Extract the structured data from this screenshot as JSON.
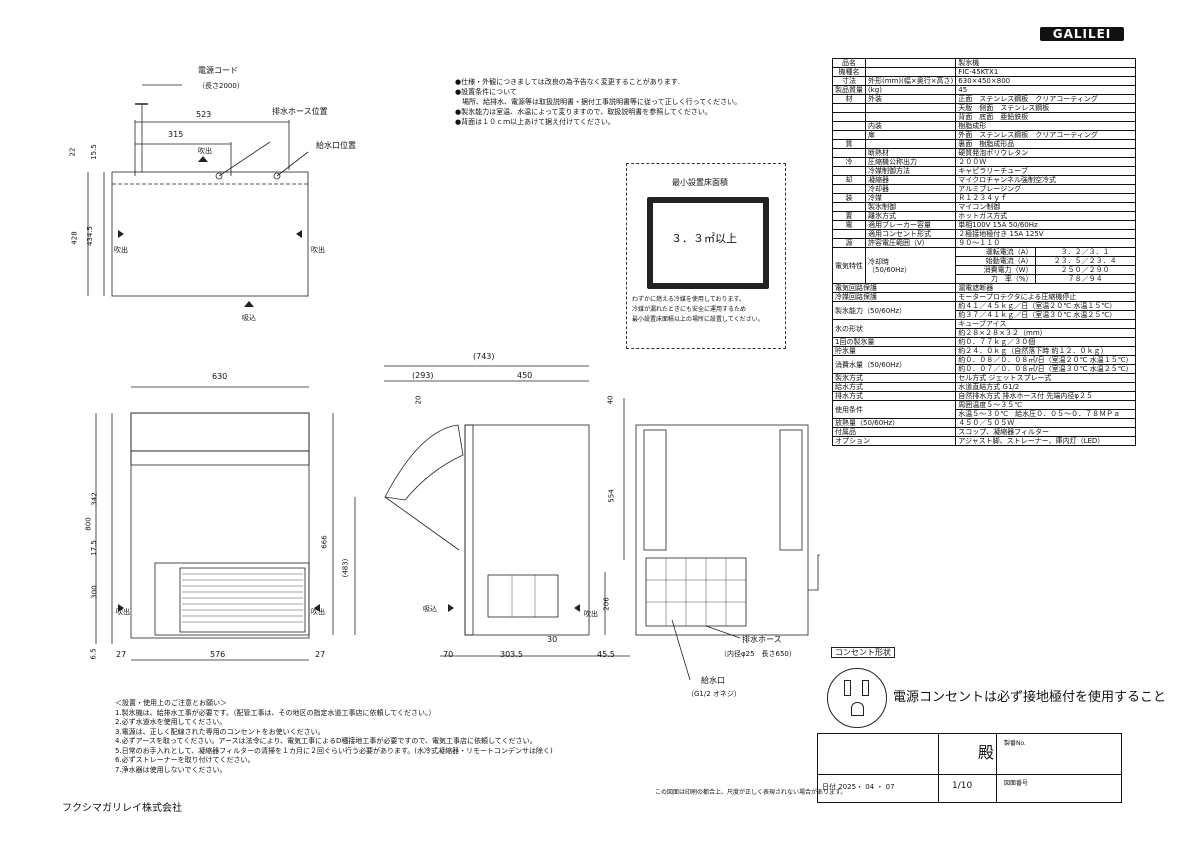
{
  "brand": "GALILEI",
  "company": "フクシマガリレイ株式会社",
  "top_notes": [
    "●仕様・外観につきましては改良の為予告なく変更することがあります.",
    "●設置条件について",
    "　場所、給排水、電源等は取扱説明書・据付工事説明書等に従って正しく行ってください。",
    "●製氷能力は室温、水温によって変りますので、取扱説明書を参照してください。",
    "●背面は１０ｃｍ以上あけて据え付けてください。"
  ],
  "floor_box": {
    "title": "最小設置床面積",
    "area": "３．３㎡以上",
    "note": [
      "わずかに燃える冷媒を使用しております。",
      "冷媒が漏れたときにも安全に運用するため",
      "最小設置床面積以上の場所に設置してください。"
    ]
  },
  "top_view": {
    "power_cord": "電源コード",
    "power_cord_len": "（長さ2000）",
    "drain_hose_pos": "排水ホース位置",
    "water_inlet_pos": "給水口位置",
    "dims": [
      "523",
      "315",
      "22",
      "15.5",
      "428",
      "434.5"
    ],
    "blow": "吹出",
    "intake": "吸込"
  },
  "front_view": {
    "width": "630",
    "dims_left": [
      "800",
      "342",
      "17.5",
      "300",
      "6.5"
    ],
    "bottom": [
      "27",
      "576",
      "27"
    ],
    "blow": "吹出"
  },
  "side_view": {
    "dims_top": [
      "(743)",
      "(293)",
      "450"
    ],
    "dims": [
      "20",
      "666",
      "(483)",
      "70",
      "303.5",
      "45.5",
      "30"
    ],
    "intake": "吸込",
    "blow": "吹出",
    "dim_206": "206"
  },
  "back_view": {
    "dims": [
      "40",
      "554"
    ],
    "drain_hose": "排水ホース",
    "drain_hose_spec": "（内径φ25　長さ650）",
    "water_inlet": "給水口",
    "water_inlet_spec": "（G1/2 オネジ）"
  },
  "spec": {
    "rows": [
      [
        "品名",
        "",
        "製氷機"
      ],
      [
        "機種名",
        "",
        "FIC-45KTX1"
      ],
      [
        "寸法",
        "外形(mm)(幅×奥行×高さ)",
        "630×450×800"
      ],
      [
        "製品質量",
        "(kg)",
        "45"
      ],
      [
        "材",
        "外装",
        "正面　ステンレス鋼板　クリアコーティング"
      ],
      [
        "",
        "",
        "天版　側面　ステンレス鋼板"
      ],
      [
        "",
        "",
        "背面　底面　亜鉛鉄板"
      ],
      [
        "",
        "内装",
        "樹脂成形"
      ],
      [
        "",
        "扉",
        "外面　ステンレス鋼板　クリアコーティング"
      ],
      [
        "質",
        "",
        "裏面　樹脂成形品"
      ],
      [
        "",
        "断熱材",
        "硬質発泡ポリウレタン"
      ],
      [
        "冷",
        "圧縮機公称出力",
        "２００Ｗ"
      ],
      [
        "",
        "冷媒制御方法",
        "キャピラリーチューブ"
      ],
      [
        "却",
        "凝縮器",
        "マイクロチャンネル強制空冷式"
      ],
      [
        "",
        "冷却器",
        "アルミブレージング"
      ],
      [
        "装",
        "冷媒",
        "Ｒ１２３４ｙｆ"
      ],
      [
        "",
        "製氷制御",
        "マイコン制御"
      ],
      [
        "置",
        "離氷方式",
        "ホットガス方式"
      ],
      [
        "電",
        "適用ブレーカー容量",
        "単相100V 15A 50/60Hz"
      ],
      [
        "",
        "適用コンセント形式",
        "２極接地極付き 15A 125V"
      ],
      [
        "源",
        "許容電圧範囲（V）",
        "９０～１１０"
      ]
    ],
    "elec_label": "電気特性",
    "cooling_label": "冷却時",
    "freq_label": "（50/60Hz）",
    "elec_rows": [
      [
        "運転電流（A）",
        "３．２／３．１"
      ],
      [
        "始動電流（A）",
        "２３．５／２３．４"
      ],
      [
        "消費電力（W）",
        "２５０／２９０"
      ],
      [
        "力　率（%）",
        "７８／９４"
      ]
    ],
    "rows2": [
      [
        "電気回路保護",
        "漏電遮断器"
      ],
      [
        "冷媒回路保護",
        "モータープロテクタによる圧縮機停止"
      ],
      [
        "製氷能力（50/60Hz）",
        "約４１／４５ｋｇ／日（室温２０℃ 水温１５℃）|約３７／４１ｋｇ／日（室温３０℃ 水温２５℃）"
      ],
      [
        "氷の形状",
        "キューブアイス|約２８×２８×３２（mm）"
      ],
      [
        "1回の製氷量",
        "約０．７７ｋｇ／３０個"
      ],
      [
        "貯氷量",
        "約２４．０ｋｇ（自然落下時 約１２．０ｋｇ）"
      ],
      [
        "消費水量（50/60Hz）",
        "約０．０８／０．０８㎥/日（室温２０℃ 水温１５℃）|約０．０７／０．０８㎥/日（室温３０℃ 水温２５℃）"
      ],
      [
        "製氷方式",
        "セル方式 ジェットスプレー式"
      ],
      [
        "給水方式",
        "水道直結方式 G1/2"
      ],
      [
        "排水方式",
        "自然排水方式 排水ホース付 先端内径φ２５"
      ],
      [
        "使用条件",
        "周囲温度５～３５℃|水温５～３０℃　給水圧０．０５～０．７８ＭＰａ"
      ],
      [
        "放熱量（50/60Hz）",
        "４５０／５０５Ｗ"
      ],
      [
        "付属品",
        "スコップ、凝縮器フィルター"
      ],
      [
        "オプション",
        "アジャスト脚、ストレーナー、庫内灯（LED）"
      ]
    ]
  },
  "outlet": {
    "label": "コンセント形状",
    "message": "電源コンセントは必ず接地極付を使用すること"
  },
  "cautions": {
    "title": "＜設置・使用上のご注意とお願い＞",
    "items": [
      "1.製氷機は、給排水工事が必要です。（配管工事は、その地区の指定水道工事店に依頼してください。）",
      "2.必ず水道水を使用してください。",
      "3.電源は、正しく配線された専用のコンセントをお使いください。",
      "4.必ずアースを取ってください。アースは法令により、電気工事によるD種接地工事が必要ですので、電気工事店に依頼してください。",
      "5.日常のお手入れとして、凝縮器フィルターの清掃を１カ月に２回ぐらい行う必要があります。(水冷式凝縮器・リモートコンデンサは除く)",
      "6.必ずストレーナーを取り付けてください。",
      "7.浄水器は使用しないでください。"
    ],
    "footnote": "この図面は印刷の都合上、尺度が正しく表現されない場合があります。"
  },
  "title_block": {
    "dono": "殿",
    "seisaku_no": "製番No.",
    "date": "日付 2025・ 04 ・ 07",
    "page": "1/10",
    "zumen_no": "図面番号"
  }
}
